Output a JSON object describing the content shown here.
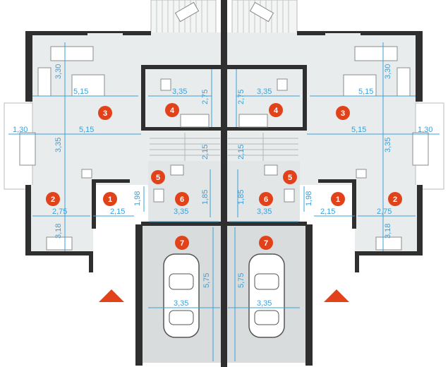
{
  "rooms": {
    "r1": "1",
    "r2": "2",
    "r3": "3",
    "r4": "4",
    "r5": "5",
    "r6": "6",
    "r7": "7"
  },
  "dimensions": {
    "living_width": "5,15",
    "living_depth": "3,30",
    "kitchen_side_depth": "3,35",
    "dining_width": "1,30",
    "study_width": "3,35",
    "study_depth": "2,75",
    "stair_depth": "2,15",
    "bath_width": "3,35",
    "hall_depth": "1,85",
    "entry_width": "2,15",
    "entry_depth": "1,98",
    "kitchen_width": "2,75",
    "kitchen_depth": "3,18",
    "garage_width": "3,35",
    "garage_depth": "5,75"
  },
  "colors": {
    "wall": "#2f2f2f",
    "floor": "#e9ecec",
    "garage_floor": "#d9dcdc",
    "dimension": "#3aa0d8",
    "marker": "#e2421a",
    "entrance_arrow": "#e2421a"
  }
}
